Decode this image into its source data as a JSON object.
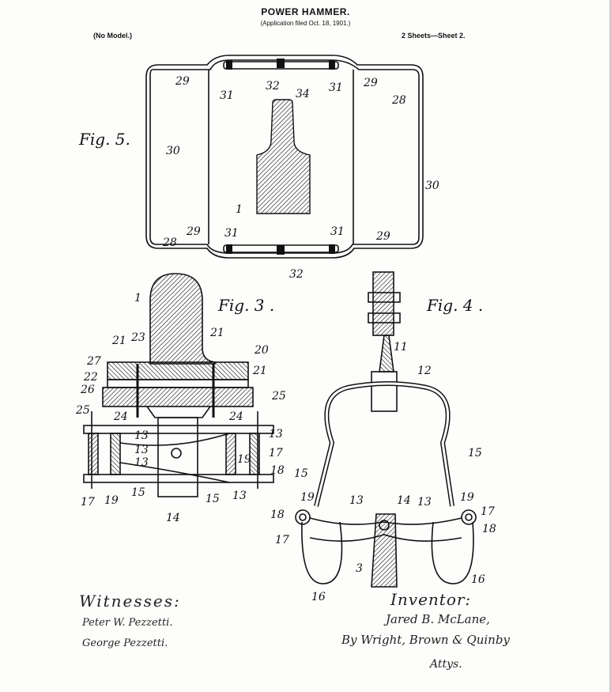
{
  "header": {
    "title": "POWER HAMMER.",
    "application": "(Application filed Oct. 18, 1901.)",
    "model": "(No Model.)",
    "sheets": "2 Sheets—Sheet 2."
  },
  "figures": {
    "fig5": "Fig. 5.",
    "fig3": "Fig. 3 .",
    "fig4": "Fig. 4 ."
  },
  "fig5_labels": [
    "29",
    "32",
    "31",
    "34",
    "31",
    "29",
    "28",
    "30",
    "30",
    "1",
    "28",
    "29",
    "31",
    "31",
    "29",
    "32"
  ],
  "fig3_labels": [
    "1",
    "21",
    "23",
    "21",
    "20",
    "27",
    "21",
    "22",
    "26",
    "25",
    "24",
    "24",
    "25",
    "13",
    "13",
    "13",
    "13",
    "19",
    "17",
    "18",
    "17",
    "19",
    "15",
    "15",
    "13",
    "14"
  ],
  "fig4_labels": [
    "11",
    "12",
    "15",
    "15",
    "19",
    "18",
    "17",
    "13",
    "14",
    "13",
    "19",
    "17",
    "18",
    "3",
    "16",
    "16"
  ],
  "footer": {
    "witnesses_heading": "Witnesses:",
    "witness_1": "Peter W. Pezzetti.",
    "witness_2": "George Pezzetti.",
    "inventor_heading": "Inventor:",
    "inventor_name": "Jared B. McLane,",
    "by_attorneys": "By Wright, Brown & Quinby",
    "attys": "Attys."
  }
}
